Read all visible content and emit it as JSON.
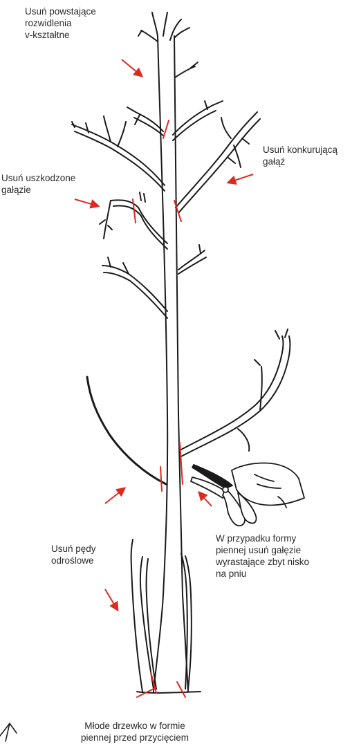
{
  "labels": {
    "top_fork": "Usuń powstające\nrozwidlenia\nv-kształtne",
    "competing_branch": "Usuń konkurującą\ngałąź",
    "damaged_branches": "Usuń uszkodzone\ngałązie",
    "root_suckers": "Usuń pędy\nodroślowe",
    "low_branches": "W przypadku formy\npiennej usuń gałęzie\nwyrastające zbyt nisko\nna pniu",
    "caption": "Młode drzewko w formie\npiennej przed przycięciem"
  },
  "colors": {
    "ink": "#1a1a1a",
    "cut_mark": "#e0281e",
    "arrow": "#e0281e",
    "text": "#2b2b2b"
  },
  "icons": {
    "pruning_shears": "pruning-shears-icon",
    "corner_tool": "garden-tool-icon"
  }
}
